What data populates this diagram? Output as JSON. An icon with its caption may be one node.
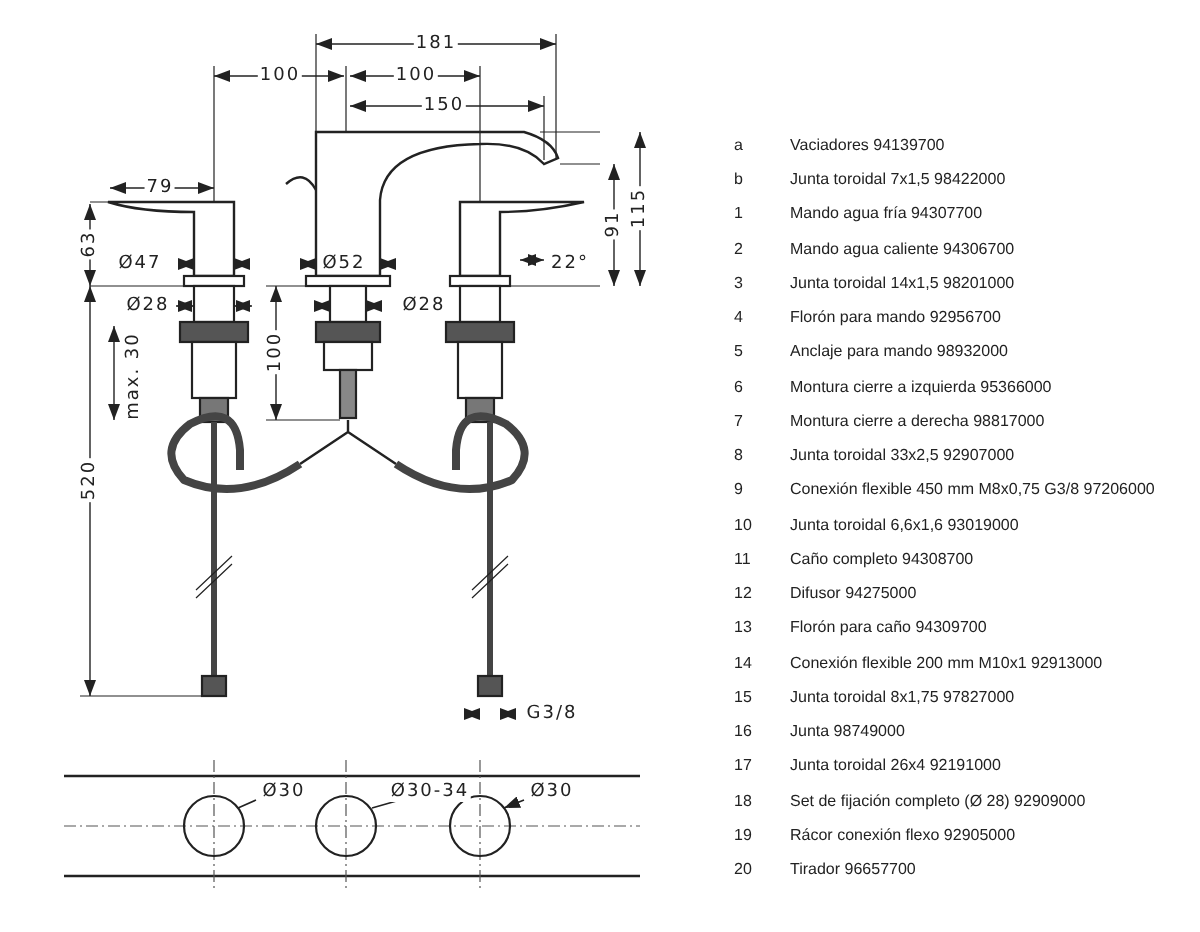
{
  "diagram": {
    "labels": [
      "181",
      "100",
      "100",
      "150",
      "79",
      "63",
      "91",
      "115",
      "Ø47",
      "Ø52",
      "22°",
      "Ø28",
      "Ø28",
      "100",
      "max. 30",
      "520",
      "G3/8",
      "Ø30",
      "Ø30-34",
      "Ø30",
      "a",
      "Vaciadores 94139700",
      "b",
      "Junta toroidal 7x1,5 98422000",
      "1",
      "Mando agua fría 94307700",
      "2",
      "Mando agua caliente 94306700",
      "3",
      "Junta toroidal 14x1,5 98201000",
      "4",
      "Florón para mando 92956700",
      "5",
      "Anclaje para mando 98932000",
      "6",
      "Montura cierre a izquierda 95366000",
      "7",
      "Montura cierre a derecha 98817000",
      "8",
      "Junta toroidal 33x2,5 92907000",
      "9",
      "Conexión flexible 450 mm M8x0,75 G3/8 97206000",
      "10",
      "Junta toroidal 6,6x1,6 93019000",
      "11",
      "Caño completo 94308700",
      "12",
      "Difusor 94275000",
      "13",
      "Florón para caño 94309700",
      "14",
      "Conexión flexible 200 mm M10x1 92913000",
      "15",
      "Junta toroidal 8x1,75 97827000",
      "16",
      "Junta 98749000",
      "17",
      "Junta toroidal 26x4 92191000",
      "18",
      "Set de fijación completo (Ø 28) 92909000",
      "19",
      "Rácor conexión flexo 92905000",
      "20",
      "Tirador 96657700"
    ]
  }
}
